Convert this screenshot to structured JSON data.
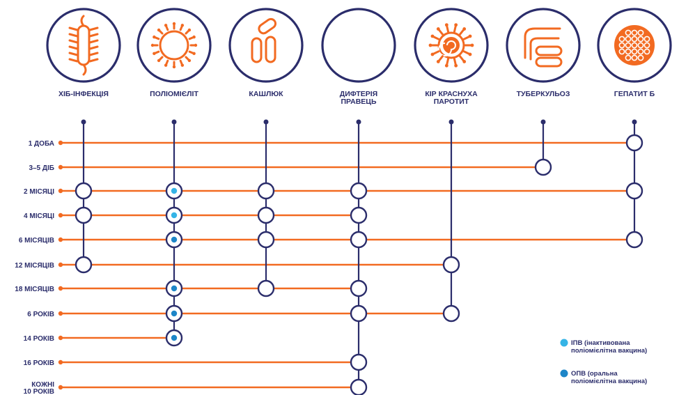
{
  "colors": {
    "navy": "#2b2d6b",
    "orange": "#f26a21",
    "ipv_dot": "#35b4e6",
    "opv_dot": "#1d86c8",
    "background": "#ffffff"
  },
  "diseases": [
    {
      "id": "hib",
      "lines": [
        "ХІБ-ІНФЕКЦІЯ"
      ],
      "icon": "hib-bacterium-icon"
    },
    {
      "id": "polio",
      "lines": [
        "ПОЛІОМІЄЛІТ"
      ],
      "icon": "polio-virus-icon"
    },
    {
      "id": "pert",
      "lines": [
        "КАШЛЮК"
      ],
      "icon": "pertussis-bacteria-icon"
    },
    {
      "id": "dipt",
      "lines": [
        "ДИФТЕРІЯ",
        "ПРАВЕЦЬ"
      ],
      "icon": "diphtheria-bacteria-icon"
    },
    {
      "id": "mmr",
      "lines": [
        "КІР КРАСНУХА",
        "ПАРОТИТ"
      ],
      "icon": "mmr-virus-icon"
    },
    {
      "id": "tb",
      "lines": [
        "ТУБЕРКУЛЬОЗ"
      ],
      "icon": "tuberculosis-bacteria-icon"
    },
    {
      "id": "hepb",
      "lines": [
        "ГЕПАТИТ Б"
      ],
      "icon": "hepatitis-b-virus-icon"
    }
  ],
  "ages": [
    {
      "lines": [
        "1 ДОБА"
      ]
    },
    {
      "lines": [
        "3–5 ДІБ"
      ]
    },
    {
      "lines": [
        "2 МІСЯЦІ"
      ]
    },
    {
      "lines": [
        "4 МІСЯЦІ"
      ]
    },
    {
      "lines": [
        "6 МІСЯЦІВ"
      ]
    },
    {
      "lines": [
        "12 МІСЯЦІВ"
      ]
    },
    {
      "lines": [
        "18 МІСЯЦІВ"
      ]
    },
    {
      "lines": [
        "6 РОКІВ"
      ]
    },
    {
      "lines": [
        "14 РОКІВ"
      ]
    },
    {
      "lines": [
        "16 РОКІВ"
      ]
    },
    {
      "lines": [
        "КОЖНІ",
        "10 РОКІВ"
      ]
    }
  ],
  "doses": [
    {
      "disease": "hepb",
      "age": 0
    },
    {
      "disease": "tb",
      "age": 1
    },
    {
      "disease": "hib",
      "age": 2
    },
    {
      "disease": "polio",
      "age": 2,
      "mark": "ipv"
    },
    {
      "disease": "pert",
      "age": 2
    },
    {
      "disease": "dipt",
      "age": 2
    },
    {
      "disease": "hepb",
      "age": 2
    },
    {
      "disease": "hib",
      "age": 3
    },
    {
      "disease": "polio",
      "age": 3,
      "mark": "ipv"
    },
    {
      "disease": "pert",
      "age": 3
    },
    {
      "disease": "dipt",
      "age": 3
    },
    {
      "disease": "polio",
      "age": 4,
      "mark": "opv"
    },
    {
      "disease": "pert",
      "age": 4
    },
    {
      "disease": "dipt",
      "age": 4
    },
    {
      "disease": "hepb",
      "age": 4
    },
    {
      "disease": "hib",
      "age": 5
    },
    {
      "disease": "mmr",
      "age": 5
    },
    {
      "disease": "polio",
      "age": 6,
      "mark": "opv"
    },
    {
      "disease": "pert",
      "age": 6
    },
    {
      "disease": "dipt",
      "age": 6
    },
    {
      "disease": "polio",
      "age": 7,
      "mark": "opv"
    },
    {
      "disease": "dipt",
      "age": 7
    },
    {
      "disease": "mmr",
      "age": 7
    },
    {
      "disease": "polio",
      "age": 8,
      "mark": "opv"
    },
    {
      "disease": "dipt",
      "age": 9
    },
    {
      "disease": "dipt",
      "age": 10
    }
  ],
  "legend": [
    {
      "mark": "ipv",
      "lines": [
        "ІПВ (інактивована",
        "поліомієлітна вакцина)"
      ]
    },
    {
      "mark": "opv",
      "lines": [
        "ОПВ (оральна",
        "поліомієлітна вакцина)"
      ]
    }
  ]
}
